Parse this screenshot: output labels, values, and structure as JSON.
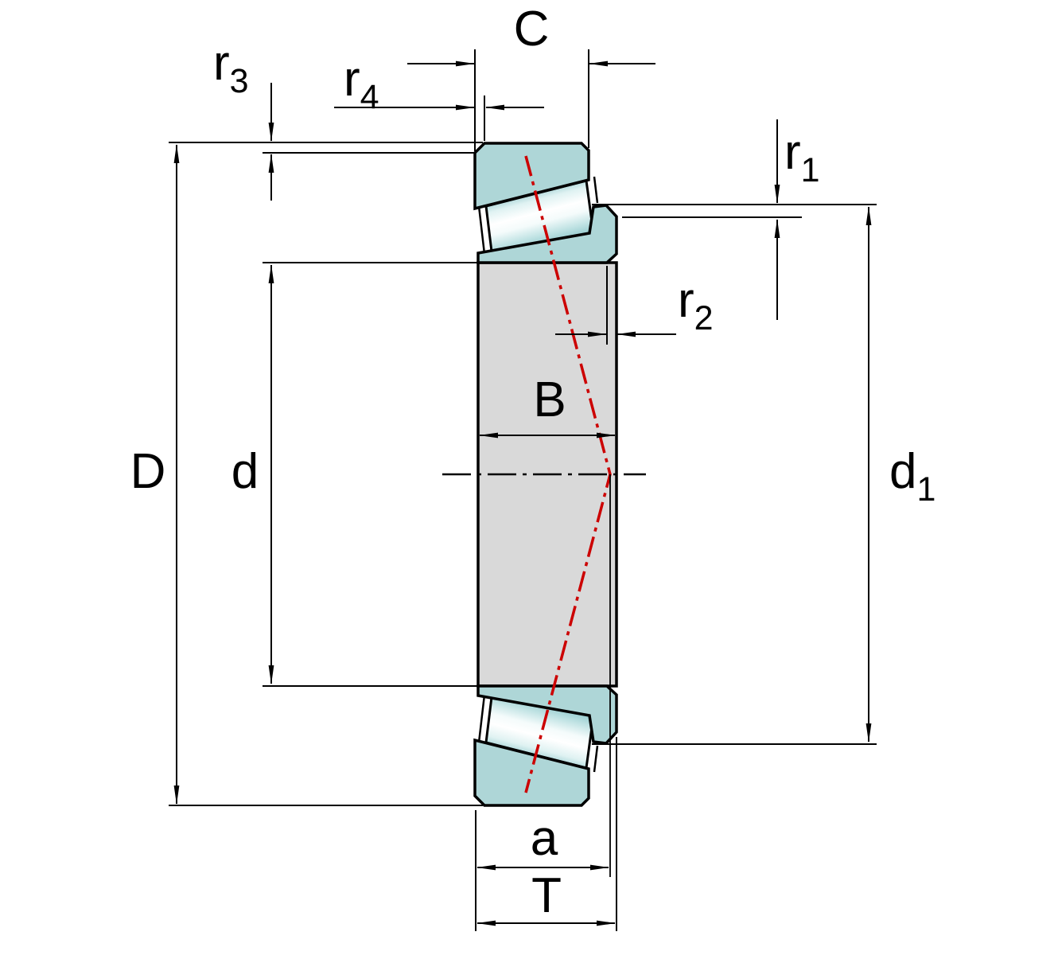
{
  "title": "Tapered roller bearing section drawing",
  "colors": {
    "ring_section_fill": "#aed6d7",
    "bore_band_fill": "#d9d9d9",
    "pressure_line": "#cc0000",
    "outline": "#000000",
    "background": "#ffffff"
  },
  "labels": {
    "outer_diameter": {
      "base": "D"
    },
    "bore_diameter": {
      "base": "d"
    },
    "rib_diameter": {
      "base": "d",
      "sub": "1"
    },
    "cup_width": {
      "base": "C"
    },
    "cone_width": {
      "base": "B"
    },
    "total_width": {
      "base": "T"
    },
    "pressure_center_distance": {
      "base": "a"
    },
    "chamfer_r1": {
      "base": "r",
      "sub": "1"
    },
    "chamfer_r2": {
      "base": "r",
      "sub": "2"
    },
    "chamfer_r3": {
      "base": "r",
      "sub": "3"
    },
    "chamfer_r4": {
      "base": "r",
      "sub": "4"
    }
  }
}
